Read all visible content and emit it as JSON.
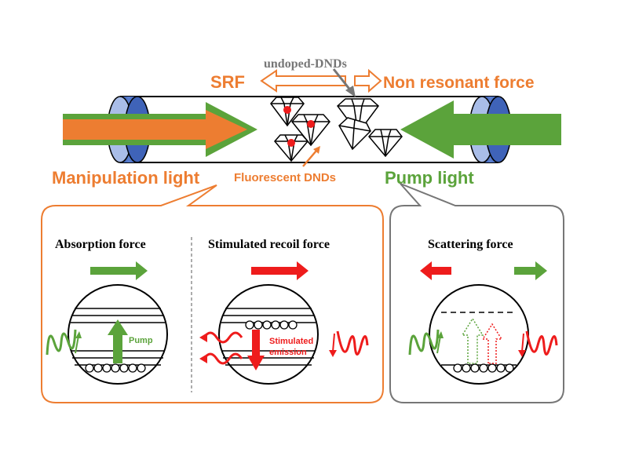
{
  "labels": {
    "undoped": "undoped-DNDs",
    "srf": "SRF",
    "non_resonant": "Non resonant force",
    "manipulation": "Manipulation light",
    "fluorescent": "Fluorescent DNDs",
    "pump_light": "Pump light"
  },
  "panels": {
    "absorption": {
      "title": "Absorption force",
      "pump": "Pump"
    },
    "stimulated": {
      "title": "Stimulated recoil force",
      "emission_line1": "Stimulated",
      "emission_line2": "emission"
    },
    "scattering": {
      "title": "Scattering force"
    }
  },
  "colors": {
    "orange": "#ed7d31",
    "green": "#5ba33b",
    "red": "#ee1c1c",
    "gray": "#767676",
    "blue": "#4472c4"
  }
}
